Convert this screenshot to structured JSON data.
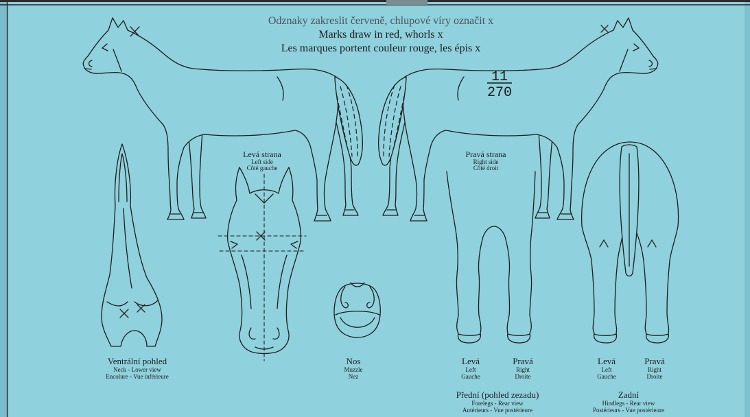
{
  "instructions": {
    "czech": "Odznaky zakreslit červeně, chlupové víry označit x",
    "english": "Marks draw in red, whorls x",
    "french": "Les marques portent couleur rouge, les épis x"
  },
  "left_side": {
    "czech": "Levá strana",
    "english": "Left side",
    "french": "Côté gauche"
  },
  "right_side": {
    "czech": "Pravá strana",
    "english": "Right side",
    "french": "Côté droit"
  },
  "handwritten_number": {
    "numerator": "11",
    "denominator": "270"
  },
  "neck_view": {
    "czech": "Ventrální pohled",
    "english": "Neck - Lower view",
    "french": "Encolure - Vue inférieure"
  },
  "muzzle_view": {
    "czech": "Nos",
    "english": "Muzzle",
    "french": "Nez"
  },
  "forelegs": {
    "left": {
      "czech": "Levá",
      "english": "Left",
      "french": "Gauche"
    },
    "right": {
      "czech": "Pravá",
      "english": "Right",
      "french": "Droite"
    },
    "title": {
      "czech": "Přední (pohled zezadu)",
      "english": "Forelegs - Rear view",
      "french": "Antérieurs - Vue postérieure"
    }
  },
  "hindlegs": {
    "left": {
      "czech": "Levá",
      "english": "Left",
      "french": "Gauche"
    },
    "right": {
      "czech": "Pravá",
      "english": "Right",
      "french": "Droite"
    },
    "title": {
      "czech": "Zadní",
      "english": "Hindlegs - Rear view",
      "french": "Postérieurs - Vue postérieure"
    }
  },
  "colors": {
    "paper": "#8fd1dd",
    "ink": "#1d1d1d",
    "faded_ink": "#46565c"
  }
}
